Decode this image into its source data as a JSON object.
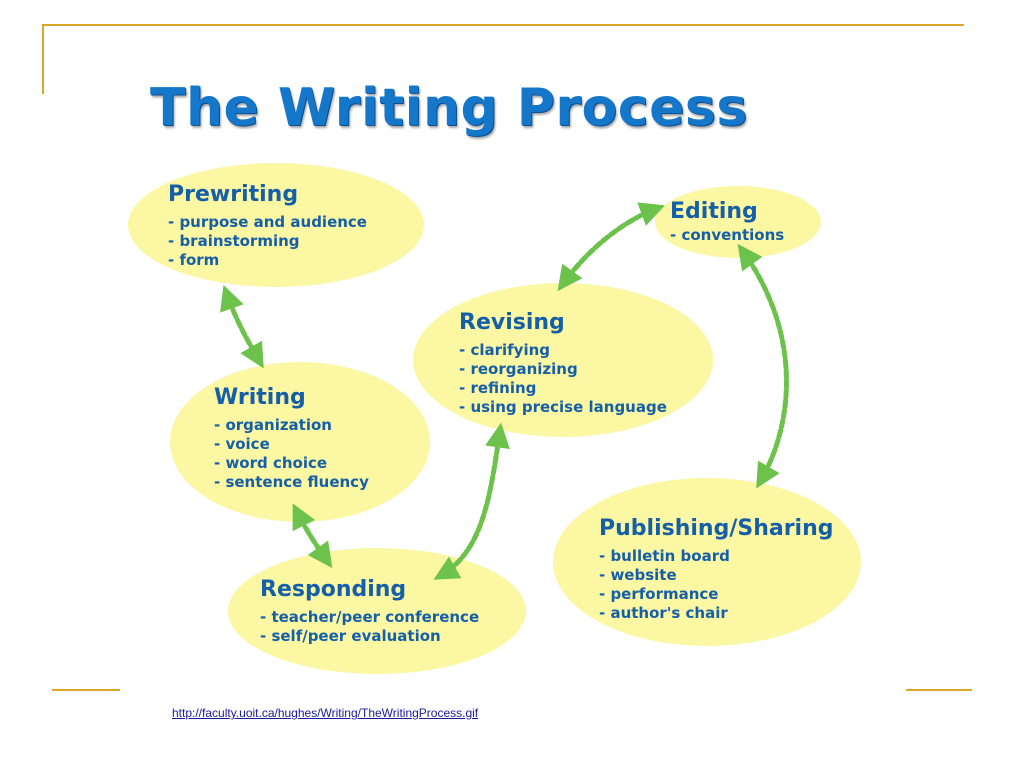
{
  "title": "The Writing Process",
  "nodes": {
    "prewriting": {
      "heading": "Prewriting",
      "items": [
        "- purpose and audience",
        "- brainstorming",
        "- form"
      ]
    },
    "editing": {
      "heading": "Editing",
      "items": [
        "- conventions"
      ]
    },
    "revising": {
      "heading": "Revising",
      "items": [
        "- clarifying",
        "- reorganizing",
        "- refining",
        "- using precise language"
      ]
    },
    "writing": {
      "heading": "Writing",
      "items": [
        "- organization",
        "- voice",
        "- word choice",
        "- sentence fluency"
      ]
    },
    "publishing": {
      "heading": "Publishing/Sharing",
      "items": [
        "- bulletin board",
        "- website",
        "- performance",
        "- author's chair"
      ]
    },
    "responding": {
      "heading": "Responding",
      "items": [
        "- teacher/peer conference",
        "- self/peer evaluation"
      ]
    }
  },
  "source_link": "http://faculty.uoit.ca/hughes/Writing/TheWritingProcess.gif",
  "colors": {
    "title": "#1577c9",
    "node_text": "#155fa8",
    "bubble": "#fbf7a3",
    "arrow": "#6cc24a",
    "rule": "#d9a82a"
  }
}
